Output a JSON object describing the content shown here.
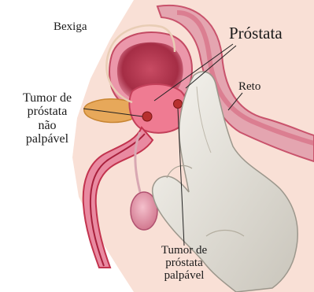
{
  "labels": {
    "bladder": "Bexiga",
    "prostate": "Próstata",
    "rectum": "Reto",
    "tumor_non_palpable": [
      "Tumor de",
      "próstata",
      "não",
      "palpável"
    ],
    "tumor_palpable": [
      "Tumor de",
      "próstata",
      "palpável"
    ]
  },
  "colors": {
    "body_skin": "#f9e0d6",
    "tissue_pink": "#e98aa1",
    "tissue_dark": "#c2334e",
    "bladder_inner": "#b83a52",
    "prostate": "#ef7b92",
    "tumor": "#b7302f",
    "seminal_vesicle": "#e7a85a",
    "glove": "#ece9e2",
    "leader_line": "#222222"
  },
  "icons": [
    "gloved-hand-icon"
  ]
}
